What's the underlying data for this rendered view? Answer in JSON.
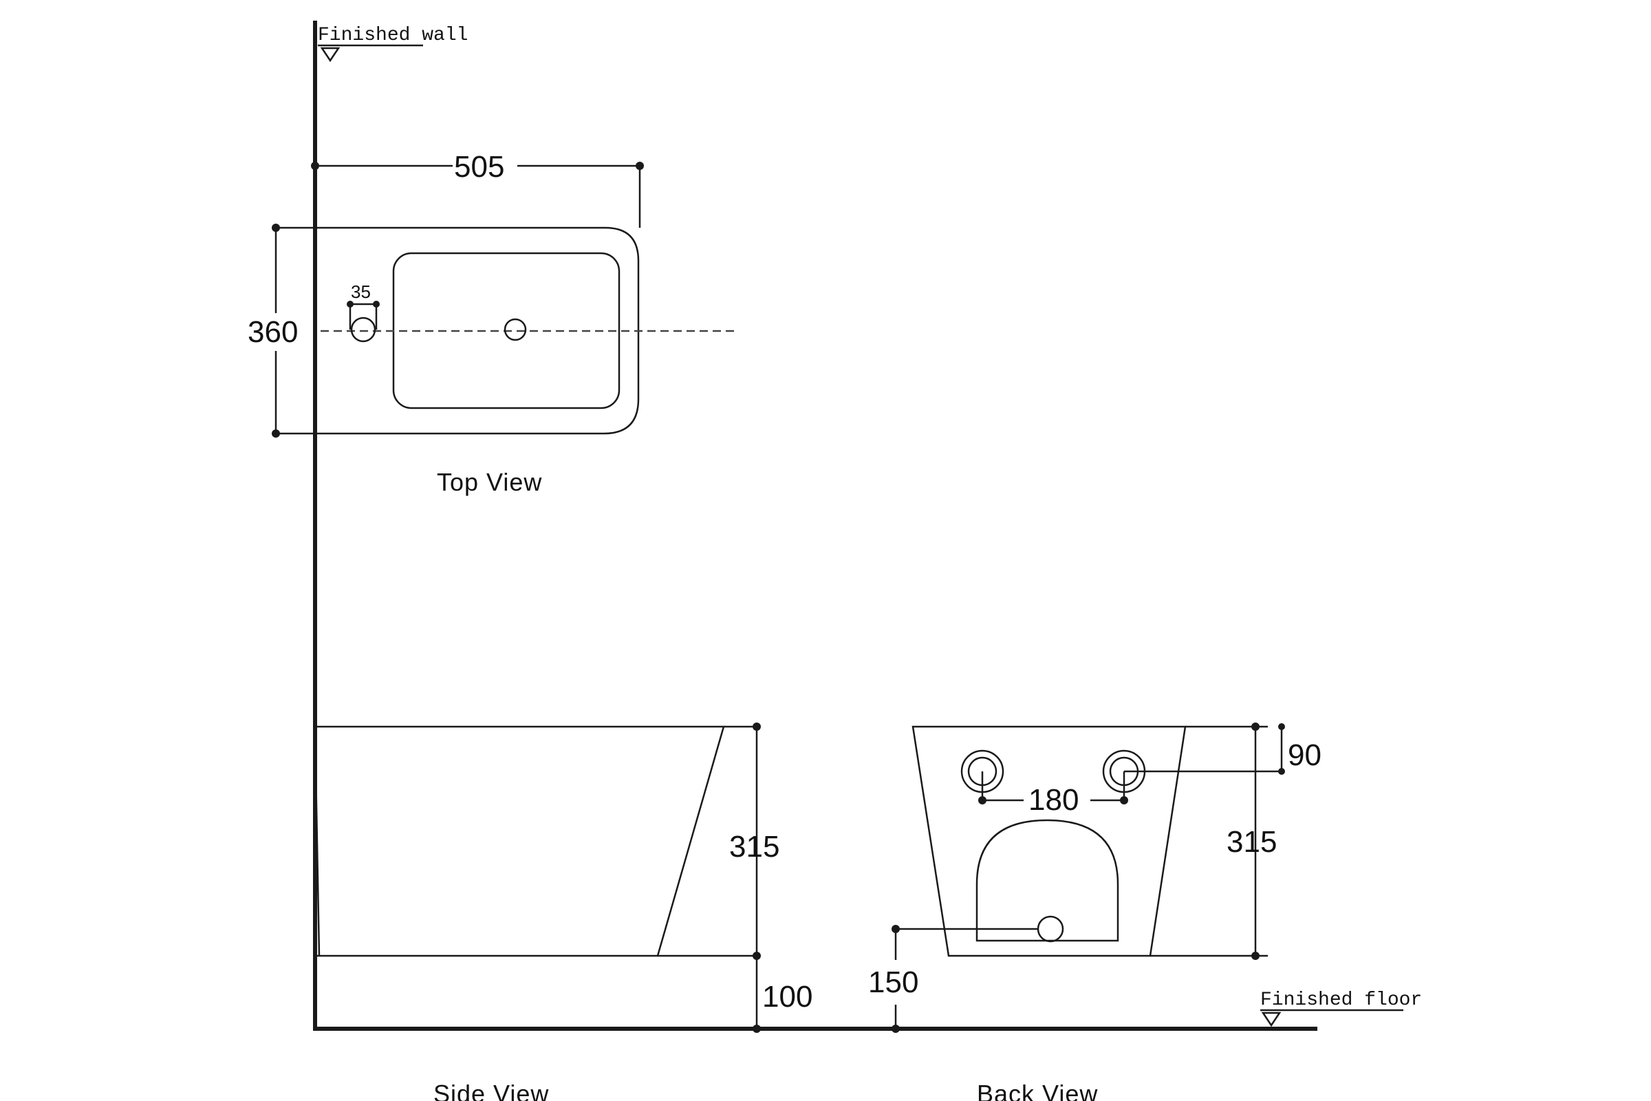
{
  "notes": {
    "finished_wall": "Finished wall",
    "finished_floor": "Finished floor"
  },
  "top_view": {
    "title": "Top View",
    "width": "505",
    "depth": "360",
    "hole_offset": "35"
  },
  "side_view": {
    "title": "Side View",
    "height": "315",
    "floor_gap": "100"
  },
  "back_view": {
    "title": "Back View",
    "height": "315",
    "bolt_spacing": "180",
    "bolt_drop": "90",
    "outlet_height": "150"
  }
}
